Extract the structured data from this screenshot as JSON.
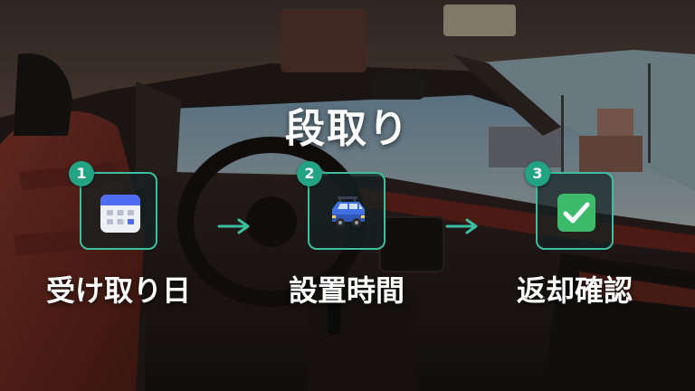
{
  "title": "段取り",
  "steps": [
    {
      "number": "1",
      "icon": "calendar-icon",
      "label": "受け取り日"
    },
    {
      "number": "2",
      "icon": "van-icon",
      "label": "設置時間"
    },
    {
      "number": "3",
      "icon": "check-icon",
      "label": "返却確認"
    }
  ],
  "colors": {
    "accent": "#3bbf9e",
    "badge": "#22a384",
    "check_green": "#3dbb6b"
  }
}
